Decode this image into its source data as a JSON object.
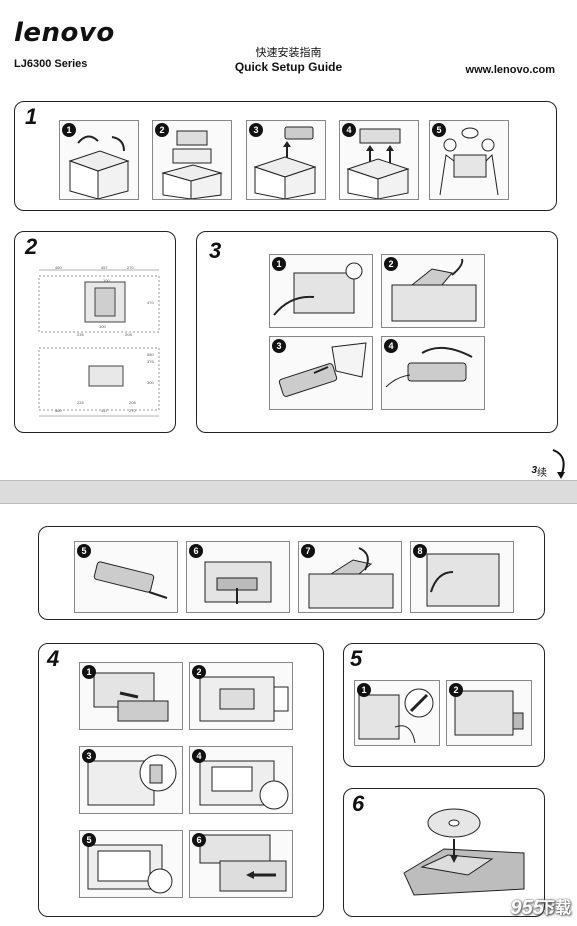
{
  "header": {
    "logo": "lenovo",
    "model": "LJ6300 Series",
    "title_cn": "快速安装指南",
    "title_en": "Quick Setup Guide",
    "website": "www.lenovo.com"
  },
  "steps": {
    "s1": "1",
    "s2": "2",
    "s3": "3",
    "s4": "4",
    "s5": "5",
    "s6": "6"
  },
  "badges": [
    "1",
    "2",
    "3",
    "4",
    "5",
    "6",
    "7",
    "8"
  ],
  "dims": {
    "top": [
      "460",
      "457",
      "270"
    ],
    "mid_top": [
      "100"
    ],
    "right": [
      "470"
    ],
    "lower": [
      "100"
    ],
    "bottom": [
      "235",
      "208"
    ],
    "side_right": [
      "580",
      "376",
      "300"
    ],
    "side_bottom": [
      "460",
      "457",
      "270"
    ],
    "side_mid": [
      "225",
      "208"
    ]
  },
  "continued": {
    "number": "3",
    "cn": "续"
  },
  "watermark": {
    "digits": "9553",
    "cn": "下载"
  }
}
